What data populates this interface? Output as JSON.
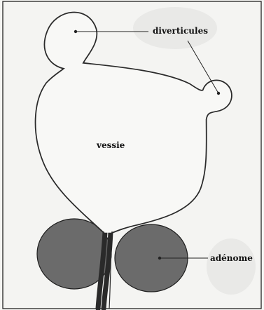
{
  "labels": {
    "diverticules": "diverticules",
    "vessie": "vessie",
    "adenome": "adénome"
  },
  "colors": {
    "background": "#f4f4f2",
    "frame": "#222222",
    "bladder_outline": "#2a2a2a",
    "bladder_fill": "#f8f8f6",
    "adenoma_fill": "#6b6b6b",
    "leader_line": "#222222"
  }
}
